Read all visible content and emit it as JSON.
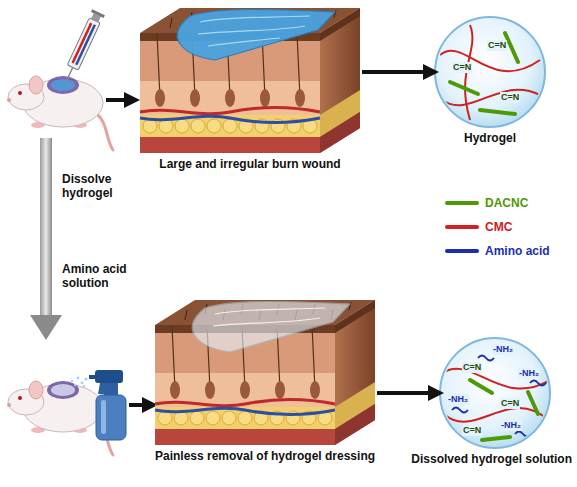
{
  "diagram": {
    "nodes": [
      {
        "text": [
          "Large and irregular burn wound"
        ]
      },
      {
        "text": [
          "Hydrogel"
        ]
      },
      {
        "text": [
          "Painless removal of hydrogel dressing"
        ]
      },
      {
        "text": [
          "Dissolved hydrogel solution"
        ]
      }
    ],
    "edges": [
      {
        "from": 0,
        "to": 1,
        "arrow": "to"
      },
      {
        "from": 2,
        "to": 3,
        "arrow": "to"
      }
    ],
    "labels": [
      "C=N",
      "C=N",
      "C=N",
      "Dissolve hydrogel",
      "Amino acid solution",
      "C=N",
      "C=N",
      "C=N",
      "-NH₂",
      "-NH₂",
      "-NH₂",
      "-NH₂"
    ],
    "legend": [
      {
        "text": "DACNC",
        "color": "#4e9a06"
      },
      {
        "text": "CMC",
        "color": "#d0201f"
      },
      {
        "text": "Amino acid",
        "color": "#1a2fb0"
      }
    ]
  }
}
